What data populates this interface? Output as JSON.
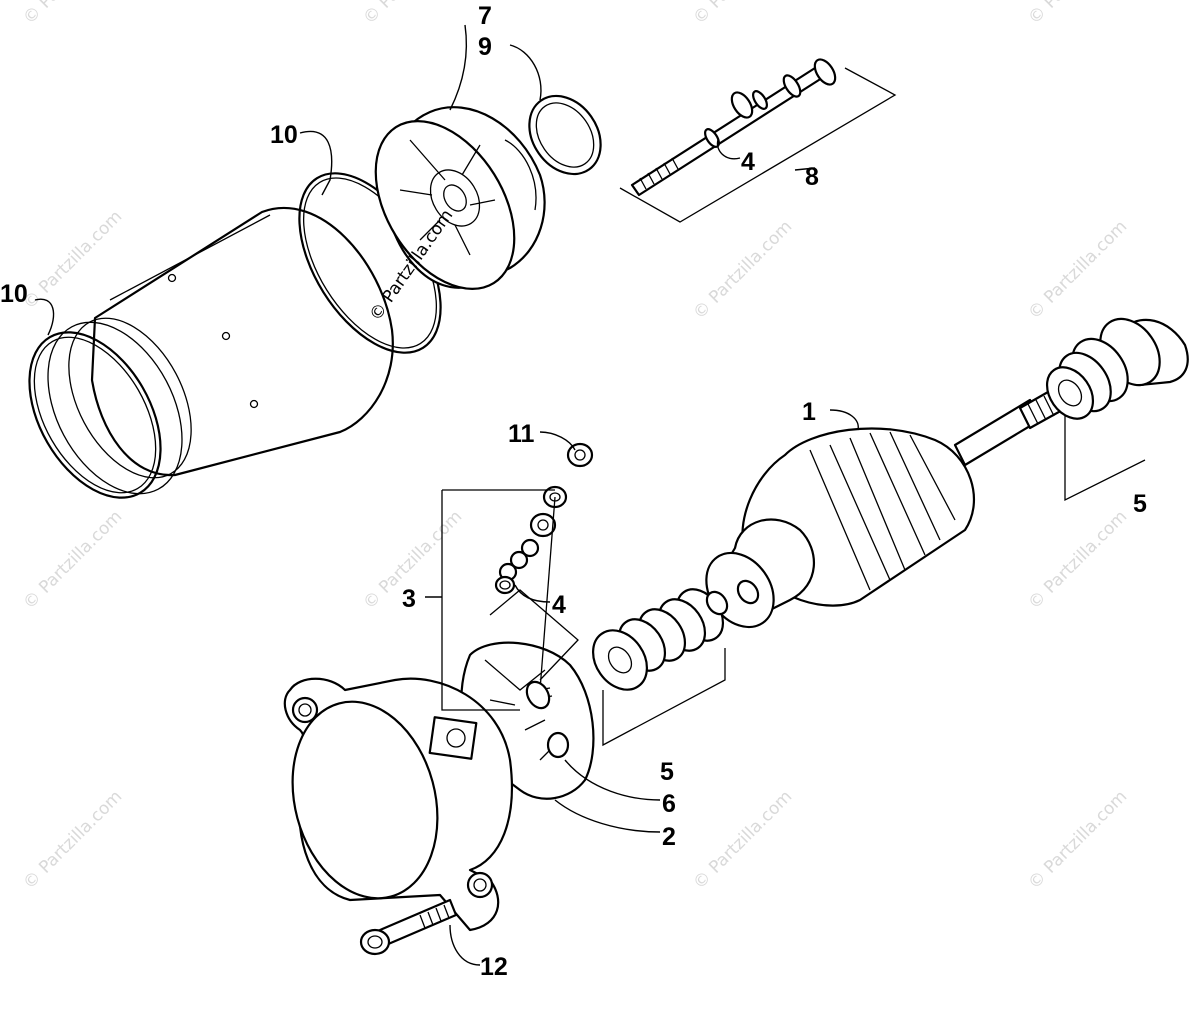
{
  "watermark": {
    "text": "© Partzilla.com"
  },
  "callouts": [
    {
      "id": "1",
      "label": "1"
    },
    {
      "id": "2",
      "label": "2"
    },
    {
      "id": "3",
      "label": "3"
    },
    {
      "id": "4a",
      "label": "4"
    },
    {
      "id": "4b",
      "label": "4"
    },
    {
      "id": "5a",
      "label": "5"
    },
    {
      "id": "5b",
      "label": "5"
    },
    {
      "id": "6",
      "label": "6"
    },
    {
      "id": "7",
      "label": "7"
    },
    {
      "id": "8",
      "label": "8"
    },
    {
      "id": "9",
      "label": "9"
    },
    {
      "id": "10a",
      "label": "10"
    },
    {
      "id": "10b",
      "label": "10"
    },
    {
      "id": "11",
      "label": "11"
    },
    {
      "id": "12",
      "label": "12"
    }
  ]
}
